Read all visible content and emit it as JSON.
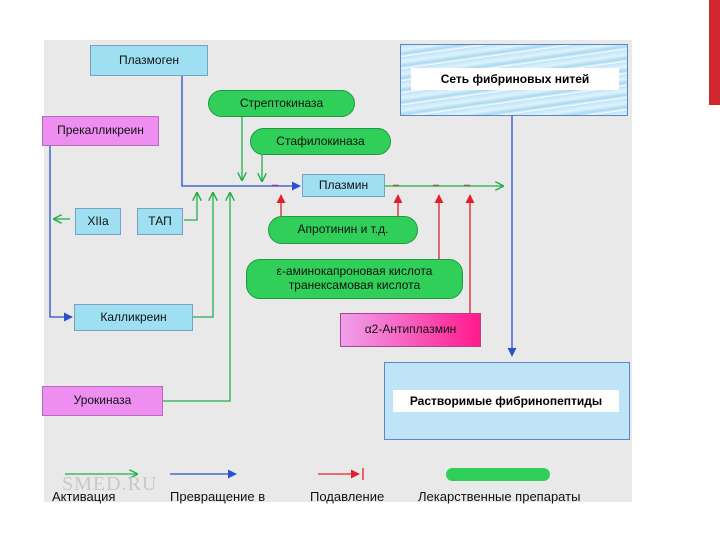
{
  "nodes": {
    "plasmogen": "Плазмоген",
    "streptokinase": "Стрептокиназа",
    "prekallikrein": "Прекалликреин",
    "staphylokinase": "Стафилокиназа",
    "fibrin_network": "Сеть фибриновых нитей",
    "xiia": "XIIa",
    "tap": "ТАП",
    "plasmin": "Плазмин",
    "aprotinin": "Апротинин и т.д.",
    "aminocaproic_line1": "ε-аминокапроновая кислота",
    "aminocaproic_line2": "транексамовая кислота",
    "kallikrein": "Калликреин",
    "antiplasmin": "α2-Антиплазмин",
    "urokinase": "Урокиназа",
    "soluble_peptides": "Растворимые фибринопептиды"
  },
  "inhibit_marks": [
    "–",
    "–",
    "–",
    "–"
  ],
  "legend": {
    "activation": "Активация",
    "conversion": "Превращение в",
    "inhibition": "Подавление",
    "drugs": "Лекарственные препараты"
  },
  "watermark": "SMED.RU",
  "colors": {
    "activation": "#22b04b",
    "conversion": "#2a4fd0",
    "inhibition": "#e0202a",
    "box_blue": "#9fdff2",
    "box_pink": "#ee8ef0",
    "drug_green": "#2fcf5a"
  }
}
